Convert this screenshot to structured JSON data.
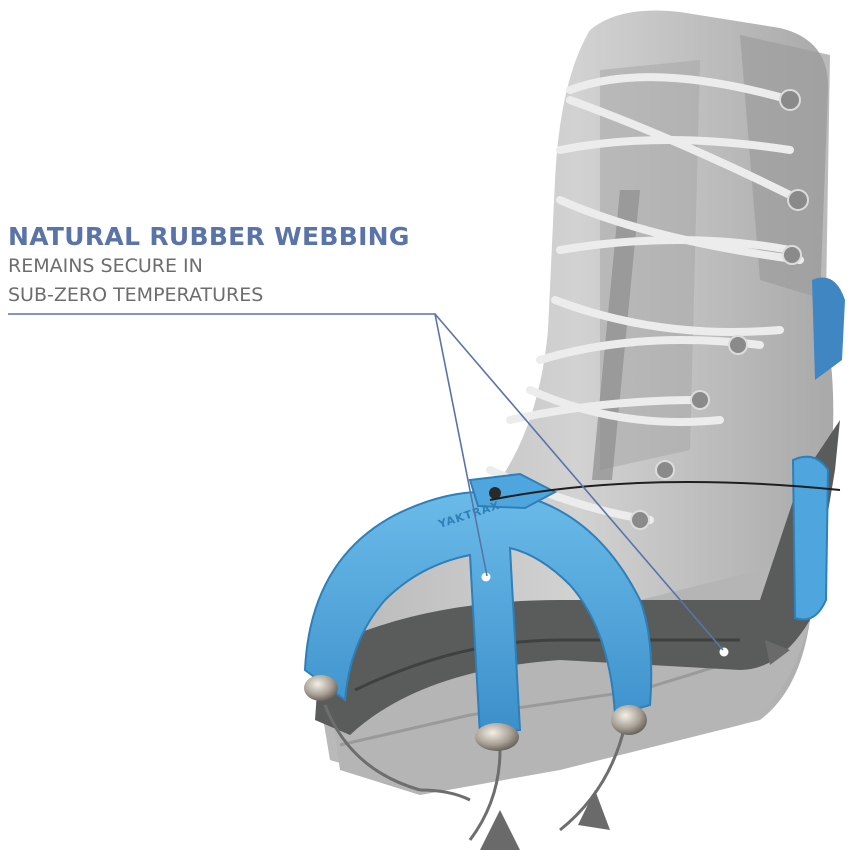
{
  "callout": {
    "headline": "NATURAL RUBBER WEBBING",
    "line1": "REMAINS SECURE IN",
    "line2": "SUB-ZERO TEMPERATURES"
  },
  "brand_mark": "YAKTRAX",
  "colors": {
    "headline": "#5a73a8",
    "subtext": "#6d6d6d",
    "leader_line": "#5a73a8",
    "crampon_blue": "#4fa6de",
    "rubber": "#5a5c5b",
    "boot_gray": "#c9c9c9",
    "chain": "#6e6e6e"
  },
  "icons": [
    "boot-illustration",
    "crampon-harness",
    "rivet",
    "chain",
    "spike"
  ]
}
